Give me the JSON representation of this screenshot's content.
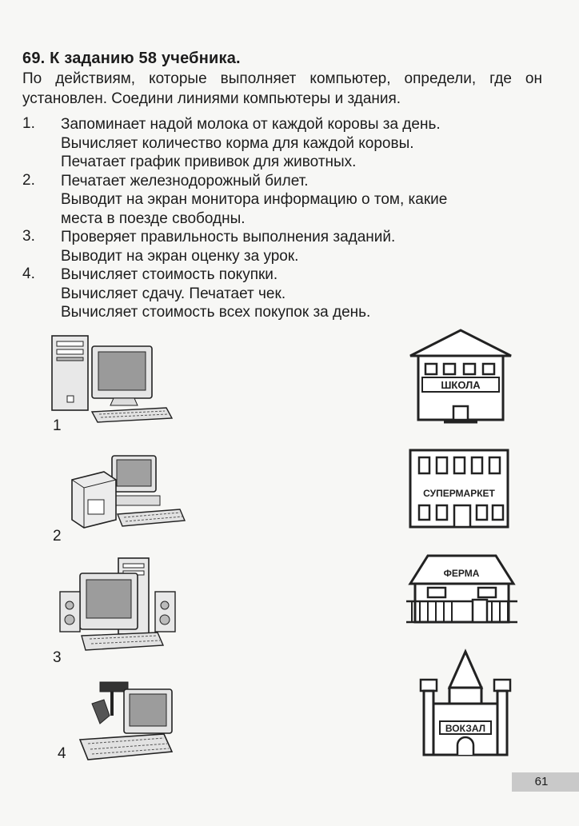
{
  "exercise": {
    "title": "69. К заданию 58 учебника.",
    "instruction": "По действиям, которые выполняет компьютер, определи, где он установлен. Соедини линиями компьютеры и здания."
  },
  "tasks": [
    {
      "number": "1.",
      "lines": [
        "Запоминает надой молока от каждой коровы за день.",
        "Вычисляет количество корма для каждой коровы.",
        "Печатает график прививок для животных."
      ]
    },
    {
      "number": "2.",
      "lines": [
        "Печатает железнодорожный билет.",
        "Выводит на экран монитора информацию о том, какие",
        "места в поезде свободны."
      ]
    },
    {
      "number": "3.",
      "lines": [
        "Проверяет правильность выполнения заданий.",
        "Выводит на экран оценку за урок."
      ]
    },
    {
      "number": "4.",
      "lines": [
        "Вычисляет стоимость покупки.",
        "Вычисляет сдачу. Печатает чек.",
        "Вычисляет стоимость всех покупок за день."
      ]
    }
  ],
  "computers": [
    {
      "label": "1",
      "icon": "desktop-computer-icon"
    },
    {
      "label": "2",
      "icon": "ticket-printer-computer-icon"
    },
    {
      "label": "3",
      "icon": "computer-with-speakers-icon"
    },
    {
      "label": "4",
      "icon": "cash-register-computer-icon"
    }
  ],
  "buildings": [
    {
      "label": "ШКОЛА",
      "icon": "school-building-icon"
    },
    {
      "label": "СУПЕРМАРКЕТ",
      "icon": "supermarket-building-icon"
    },
    {
      "label": "ФЕРМА",
      "icon": "farm-building-icon"
    },
    {
      "label": "ВОКЗАЛ",
      "icon": "train-station-building-icon"
    }
  ],
  "page_number": "61"
}
